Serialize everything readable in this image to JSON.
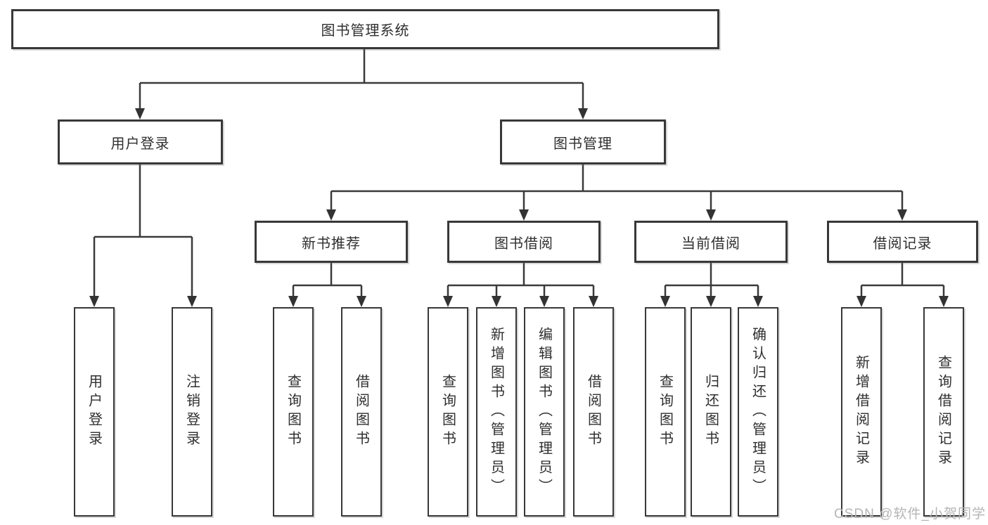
{
  "root": {
    "label": "图书管理系统",
    "children": [
      {
        "label": "用户登录",
        "children": [
          {
            "label": "用户登录"
          },
          {
            "label": "注销登录"
          }
        ]
      },
      {
        "label": "图书管理",
        "children": [
          {
            "label": "新书推荐",
            "children": [
              {
                "label": "查询图书"
              },
              {
                "label": "借阅图书"
              }
            ]
          },
          {
            "label": "图书借阅",
            "children": [
              {
                "label": "查询图书"
              },
              {
                "label": "新增图书（管理员）"
              },
              {
                "label": "编辑图书（管理员）"
              },
              {
                "label": "借阅图书"
              }
            ]
          },
          {
            "label": "当前借阅",
            "children": [
              {
                "label": "查询图书"
              },
              {
                "label": "归还图书"
              },
              {
                "label": "确认归还（管理员）"
              }
            ]
          },
          {
            "label": "借阅记录",
            "children": [
              {
                "label": "新增借阅记录"
              },
              {
                "label": "查询借阅记录"
              }
            ]
          }
        ]
      }
    ]
  },
  "watermark": "CSDN @软件_小贺同学",
  "colors": {
    "line": "#3a3a3a",
    "box_border": "#383838",
    "text": "#2f2f2f",
    "watermark": "#b5b5b5",
    "background": "#ffffff"
  }
}
